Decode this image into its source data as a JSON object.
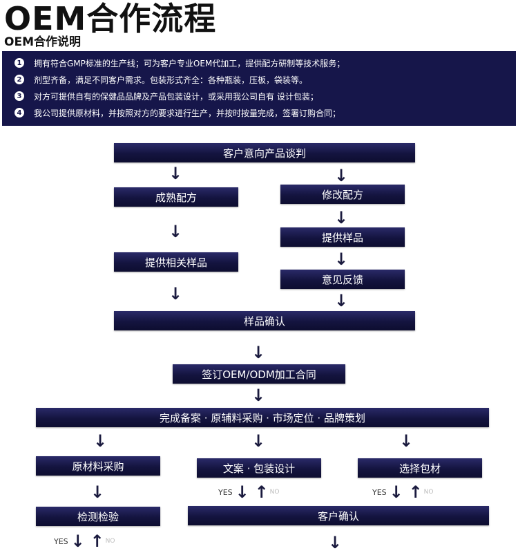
{
  "title": "OEM合作流程",
  "subtitle": "OEM合作说明",
  "points": [
    {
      "num": "1",
      "text": "拥有符合GMP标准的生产线；可为客户专业OEM代加工，提供配方研制等技术服务；"
    },
    {
      "num": "2",
      "text": "剂型齐备，满足不同客户需求。包装形式齐全：各种瓶装，压板，袋装等。"
    },
    {
      "num": "3",
      "text": "对方可提供自有的保健品品牌及产品包装设计，或采用我公司自有 设计包装；"
    },
    {
      "num": "4",
      "text": "我公司提供原材料，并按照对方的要求进行生产，并按时按量完成，签署订购合同；"
    }
  ],
  "steps": {
    "negotiate": "客户意向产品谈判",
    "mature_formula": "成熟配方",
    "modify_formula": "修改配方",
    "provide_related_samples": "提供相关样品",
    "provide_samples": "提供样品",
    "feedback": "意见反馈",
    "sample_confirm": "样品确认",
    "sign_contract": "签订OEM/ODM加工合同",
    "complete_filing": "完成备案 · 原辅料采购 · 市场定位 · 品牌策划",
    "raw_purchase": "原材料采购",
    "copy_design": "文案 · 包装设计",
    "choose_packaging": "选择包材",
    "inspection": "检测检验",
    "customer_confirm": "客户确认"
  },
  "feedback_labels": {
    "yes": "YES",
    "no": "NO"
  },
  "icons": {
    "down": "down-arrow-icon",
    "up": "up-arrow-icon"
  },
  "colors": {
    "box": "#16164a",
    "arrow": "#1a1a3e",
    "text": "#ffffff"
  }
}
